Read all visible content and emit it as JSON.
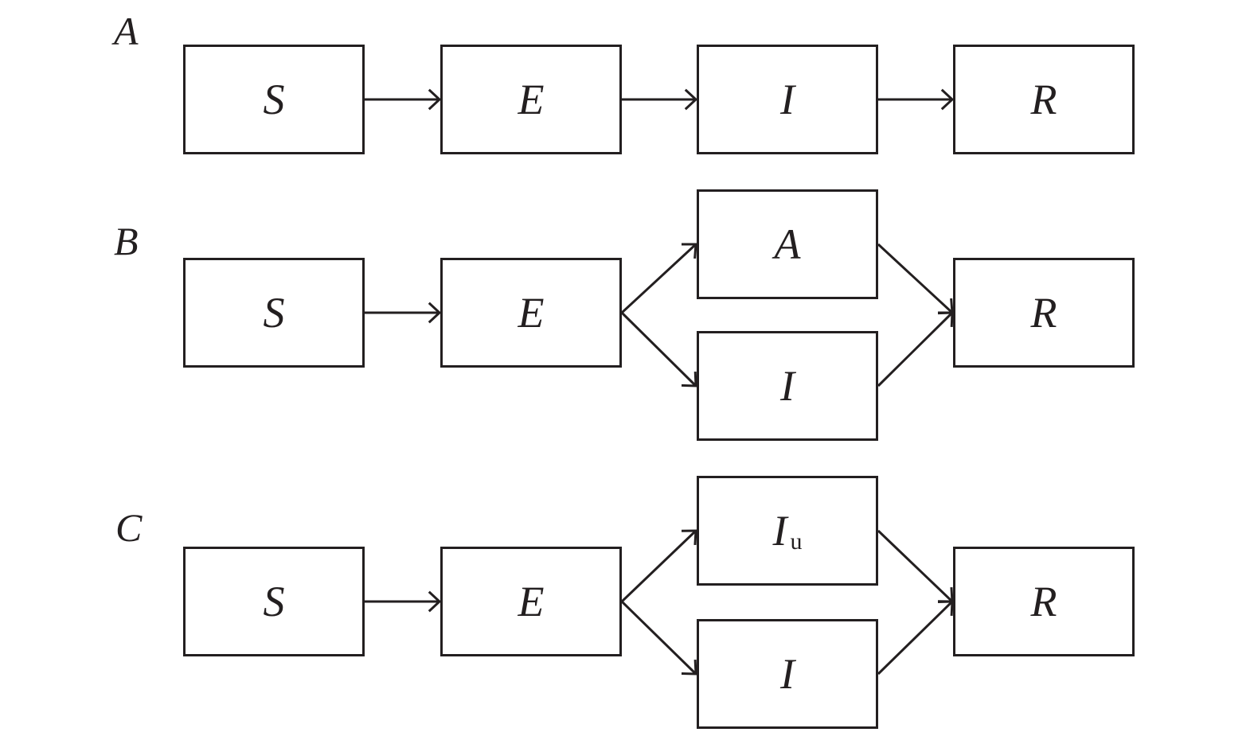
{
  "panels": [
    {
      "label": "A",
      "nodes": [
        {
          "id": "S",
          "text": "S"
        },
        {
          "id": "E",
          "text": "E"
        },
        {
          "id": "I",
          "text": "I"
        },
        {
          "id": "R",
          "text": "R"
        }
      ],
      "edges": [
        [
          "S",
          "E"
        ],
        [
          "E",
          "I"
        ],
        [
          "I",
          "R"
        ]
      ]
    },
    {
      "label": "B",
      "nodes": [
        {
          "id": "S",
          "text": "S"
        },
        {
          "id": "E",
          "text": "E"
        },
        {
          "id": "A",
          "text": "A"
        },
        {
          "id": "I",
          "text": "I"
        },
        {
          "id": "R",
          "text": "R"
        }
      ],
      "edges": [
        [
          "S",
          "E"
        ],
        [
          "E",
          "A"
        ],
        [
          "E",
          "I"
        ],
        [
          "A",
          "R"
        ],
        [
          "I",
          "R"
        ]
      ]
    },
    {
      "label": "C",
      "nodes": [
        {
          "id": "S",
          "text": "S"
        },
        {
          "id": "E",
          "text": "E"
        },
        {
          "id": "Iu",
          "text": "I",
          "subscript": "u"
        },
        {
          "id": "I",
          "text": "I"
        },
        {
          "id": "R",
          "text": "R"
        }
      ],
      "edges": [
        [
          "S",
          "E"
        ],
        [
          "E",
          "Iu"
        ],
        [
          "E",
          "I"
        ],
        [
          "Iu",
          "R"
        ],
        [
          "I",
          "R"
        ]
      ]
    }
  ],
  "colors": {
    "ink": "#231f20",
    "background": "#ffffff"
  }
}
